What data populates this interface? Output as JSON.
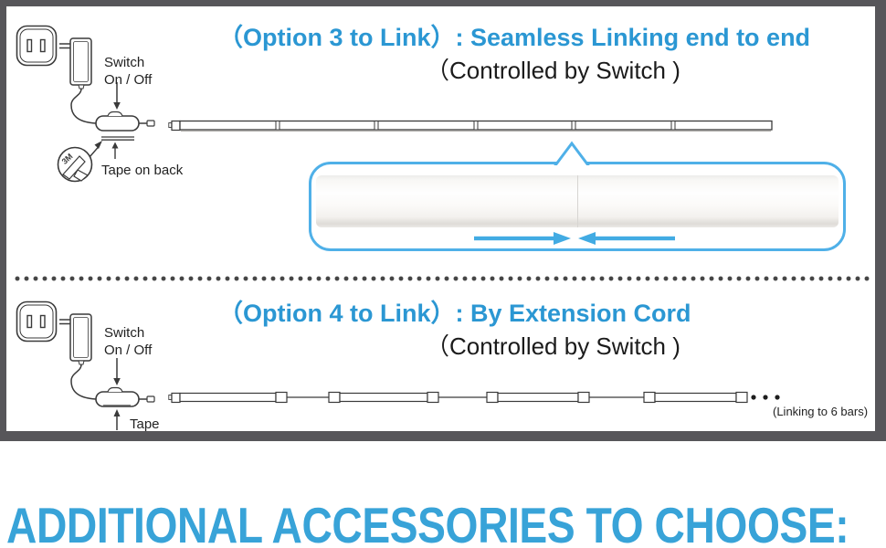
{
  "palette": {
    "title_blue": "#2b97d3",
    "heading_blue": "#38a3d8",
    "accent_blue": "#45ace4",
    "callout_border_blue": "#4fb0e8",
    "diagram_ink": "#3a3a3a",
    "frame_gray": "#57565a"
  },
  "option3": {
    "title": "（Option 3 to Link）: Seamless Linking end to end",
    "subtitle": "（Controlled by Switch )",
    "switch_label": "Switch",
    "switch_state": "On / Off",
    "tape_note": "Tape on back",
    "tape_brand": "3M"
  },
  "option4": {
    "title": "（Option 4 to Link）: By Extension Cord",
    "subtitle": "（Controlled by Switch )",
    "switch_label": "Switch",
    "switch_state": "On / Off",
    "tape_note": "Tape",
    "linking_note": "(Linking to 6 bars)"
  },
  "footer": {
    "heading": "ADDITIONAL ACCESSORIES TO CHOOSE:"
  }
}
